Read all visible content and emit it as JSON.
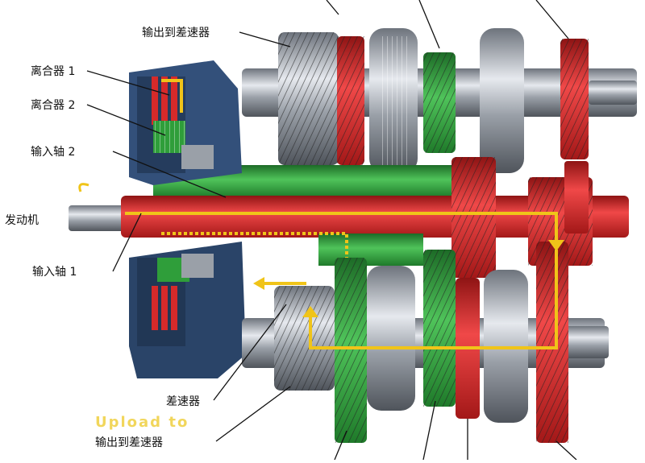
{
  "labels": {
    "output_top": "输出到差速器",
    "clutch1": "离合器 1",
    "clutch2": "离合器 2",
    "input_shaft2": "输入轴 2",
    "engine": "发动机",
    "input_shaft1": "输入轴 1",
    "differential": "差速器",
    "output_bottom": "输出到差速器"
  },
  "watermark": "Upload to",
  "colors": {
    "red": "#d62a2a",
    "green": "#2f9e3a",
    "blue_housing": "#33507a",
    "steel": "#b9bec6",
    "flow_arrow": "#f0c419"
  }
}
